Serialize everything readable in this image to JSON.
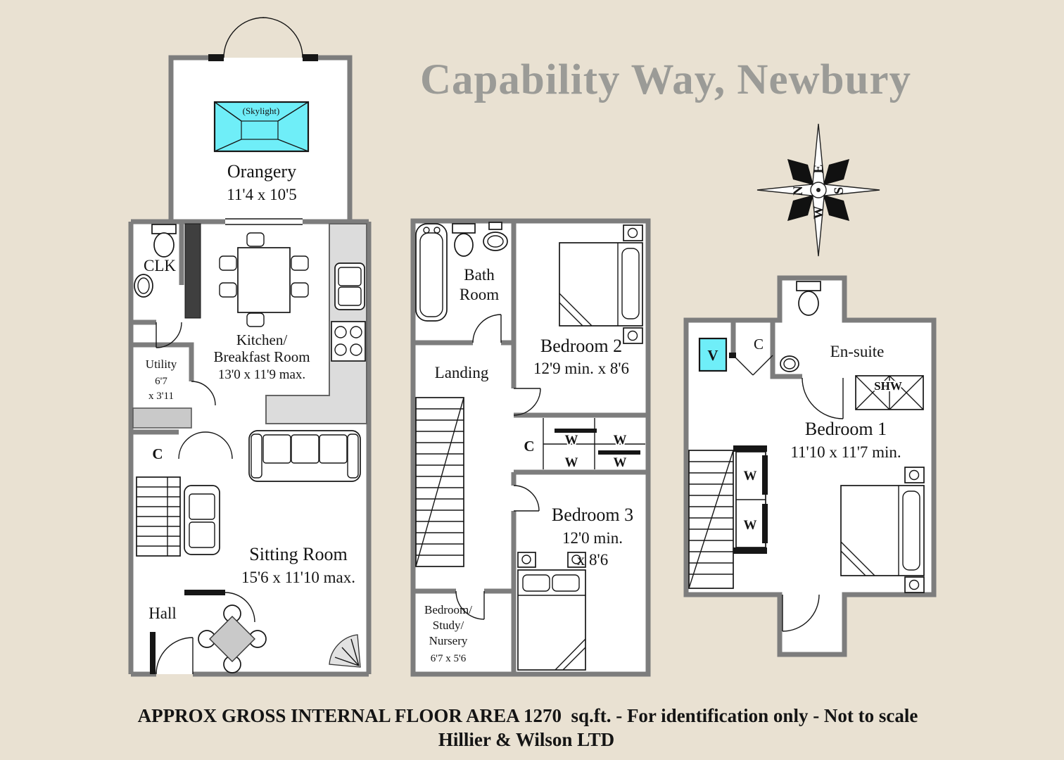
{
  "title": "Capability Way, Newbury",
  "compass": {
    "north": "N",
    "east": "E",
    "south": "S",
    "west": "W"
  },
  "ground_floor": {
    "skylight": "(Skylight)",
    "orangery": {
      "name": "Orangery",
      "dims": "11'4 x 10'5"
    },
    "clk": "CLK",
    "utility": {
      "name": "Utility",
      "dims_line1": "6'7",
      "dims_line2": "x 3'11"
    },
    "kitchen": {
      "line1": "Kitchen/",
      "line2": "Breakfast Room",
      "dims": "13'0 x 11'9 max."
    },
    "cupboard": "C",
    "sitting_room": {
      "name": "Sitting Room",
      "dims": "15'6 x 11'10 max."
    },
    "hall": "Hall"
  },
  "first_floor": {
    "bathroom": {
      "line1": "Bath",
      "line2": "Room"
    },
    "landing": "Landing",
    "bedroom2": {
      "name": "Bedroom 2",
      "dims": "12'9 min. x 8'6"
    },
    "cupboard": "C",
    "wardrobes": [
      "W",
      "W",
      "W",
      "W"
    ],
    "bedroom3": {
      "name": "Bedroom 3",
      "dims_line1": "12'0 min.",
      "dims_line2": "x 8'6"
    },
    "nursery": {
      "line1": "Bedroom/",
      "line2": "Study/",
      "line3": "Nursery",
      "dims": "6'7 x 5'6"
    }
  },
  "second_floor": {
    "vent": "V",
    "cupboard": "C",
    "ensuite": "En-suite",
    "shower": "SHW",
    "bedroom1": {
      "name": "Bedroom 1",
      "dims": "11'10 x 11'7 min."
    },
    "wardrobes": [
      "W",
      "W"
    ]
  },
  "footer": {
    "line1": "APPROX GROSS INTERNAL FLOOR AREA 1270  sq.ft. - For identification only - Not to scale",
    "line2": "Hillier & Wilson LTD"
  },
  "colors": {
    "background": "#e9e1d2",
    "wall": "#7d7d7d",
    "accent_cyan": "#6feef8",
    "title_gray": "#9b9b97"
  }
}
